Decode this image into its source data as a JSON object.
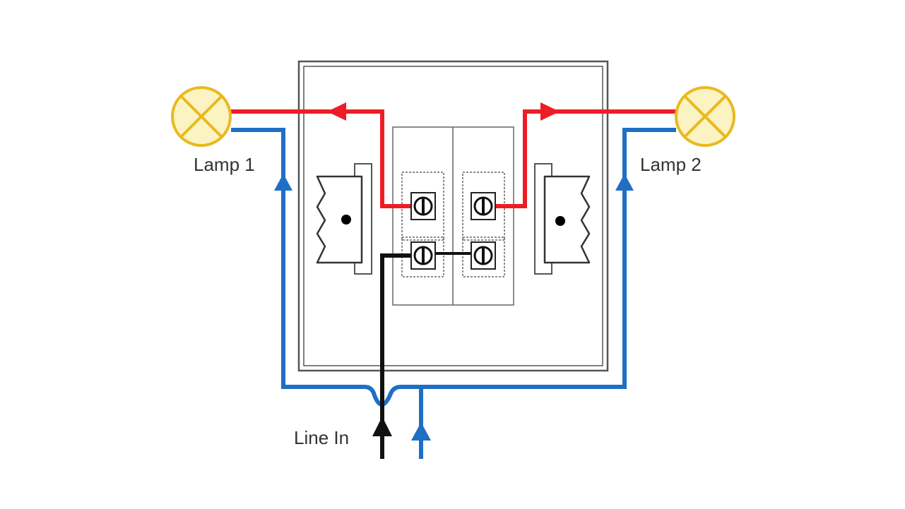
{
  "labels": {
    "lamp1": "Lamp 1",
    "lamp2": "Lamp 2",
    "line_in": "Line In"
  },
  "colors": {
    "live_wire": "#ee1c24",
    "neutral_wire": "#1f6fc5",
    "line_wire": "#111111",
    "lamp_outline": "#e9b91d",
    "lamp_fill": "#fbf3c2",
    "frame": "#555555"
  },
  "icons": [
    "lamp-1-icon",
    "lamp-2-icon",
    "switch-terminal-icon"
  ]
}
